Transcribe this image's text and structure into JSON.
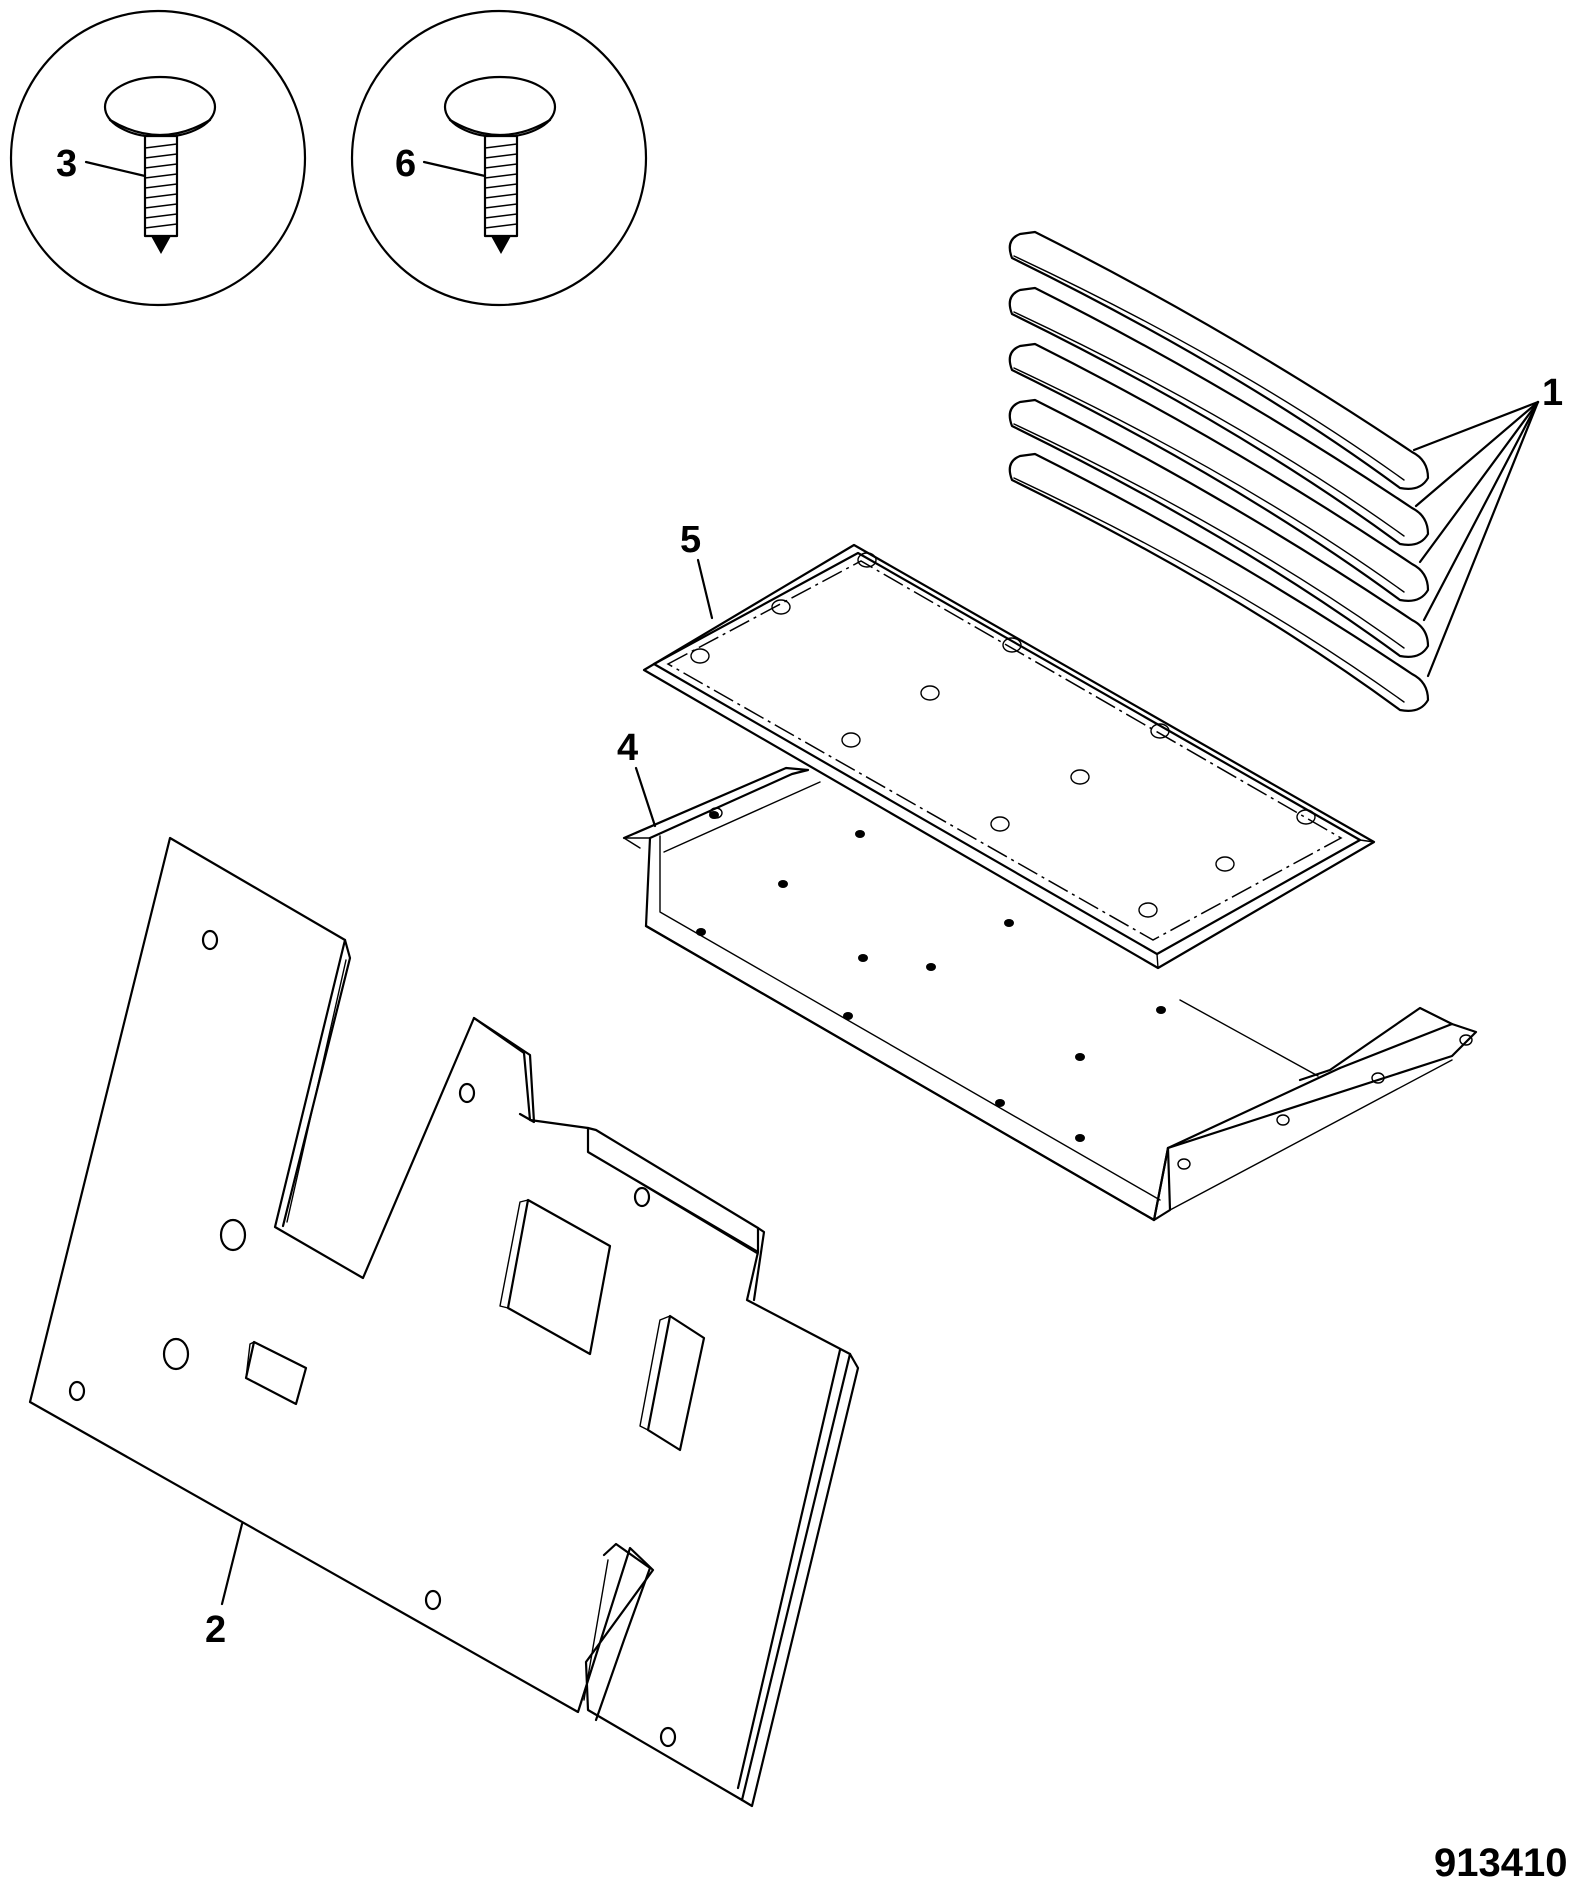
{
  "callouts": {
    "c1": "1",
    "c2": "2",
    "c3": "3",
    "c4": "4",
    "c5": "5",
    "c6": "6"
  },
  "figure_number": "913410"
}
